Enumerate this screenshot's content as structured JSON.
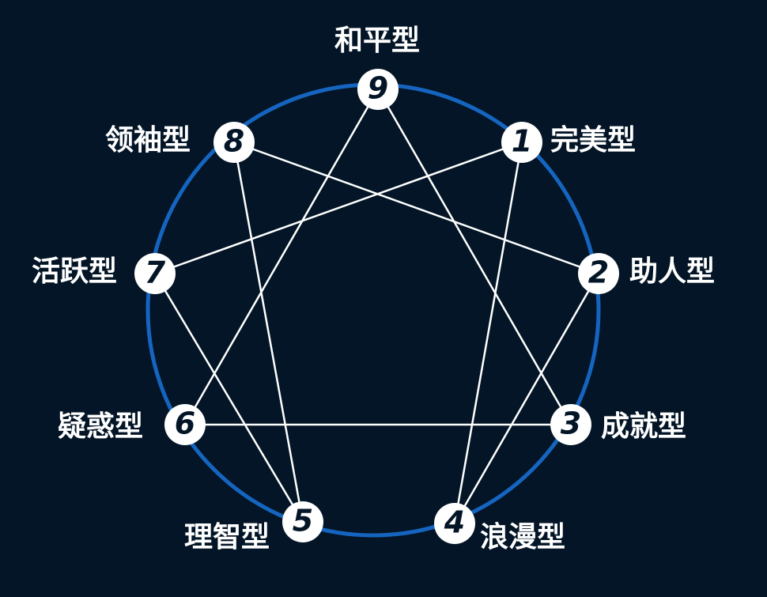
{
  "diagram": {
    "circle_color": "#1565c0",
    "line_color": "#ffffff",
    "node_fill": "#ffffff",
    "background": "#031526",
    "points": [
      {
        "number": "9",
        "label": "和平型"
      },
      {
        "number": "1",
        "label": "完美型"
      },
      {
        "number": "2",
        "label": "助人型"
      },
      {
        "number": "3",
        "label": "成就型"
      },
      {
        "number": "4",
        "label": "浪漫型"
      },
      {
        "number": "5",
        "label": "理智型"
      },
      {
        "number": "6",
        "label": "疑惑型"
      },
      {
        "number": "7",
        "label": "活跃型"
      },
      {
        "number": "8",
        "label": "领袖型"
      }
    ],
    "connections": [
      [
        "9",
        "3"
      ],
      [
        "3",
        "6"
      ],
      [
        "6",
        "9"
      ],
      [
        "1",
        "4"
      ],
      [
        "4",
        "2"
      ],
      [
        "2",
        "8"
      ],
      [
        "8",
        "5"
      ],
      [
        "5",
        "7"
      ],
      [
        "7",
        "1"
      ]
    ]
  }
}
